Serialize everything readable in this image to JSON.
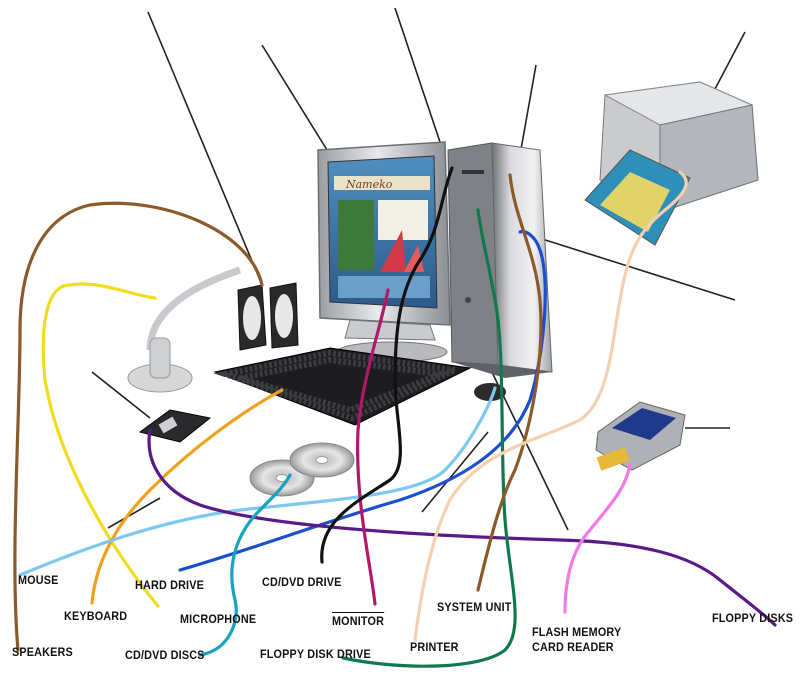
{
  "labels": {
    "mouse": "MOUSE",
    "hard_drive": "HARD DRIVE",
    "cd_dvd_drive": "CD/DVD DRIVE",
    "keyboard": "KEYBOARD",
    "microphone": "MICROPHONE",
    "monitor": "MONITOR",
    "system_unit": "SYSTEM UNIT",
    "flash_memory_line1": "FLASH MEMORY",
    "flash_memory_line2": "CARD READER",
    "floppy_disks": "FLOPPY DISKS",
    "speakers": "SPEAKERS",
    "cd_dvd_discs": "CD/DVD DISCS",
    "floppy_disk_drive": "FLOPPY DISK DRIVE",
    "printer": "PRINTER"
  },
  "screen": {
    "logo_text": "Nameko"
  },
  "colors": {
    "brown": "#8b5a2b",
    "yellow": "#f2dc1e",
    "orange": "#f0a01a",
    "light_blue": "#7cc8f0",
    "blue": "#1a4fd0",
    "purple": "#5a1a86",
    "magenta": "#b0186a",
    "black": "#111111",
    "green": "#0f7a4e",
    "peach": "#f4cfb0",
    "teal": "#1aa0c0",
    "pink": "#f07ae8"
  }
}
